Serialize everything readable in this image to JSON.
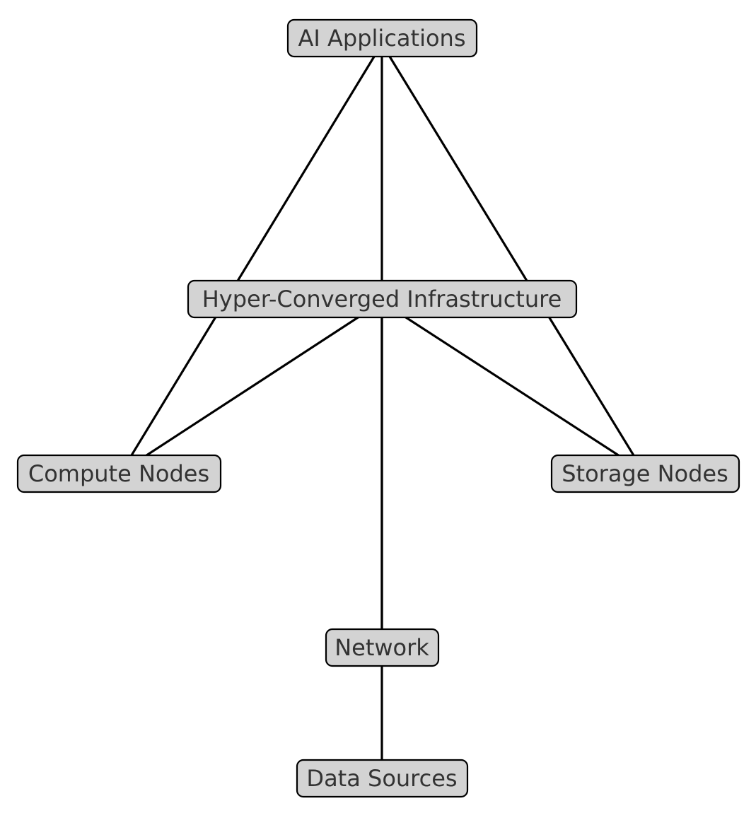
{
  "nodes": {
    "ai_applications": "AI Applications",
    "hci": "Hyper-Converged Infrastructure",
    "compute_nodes": "Compute Nodes",
    "storage_nodes": "Storage Nodes",
    "network": "Network",
    "data_sources": "Data Sources"
  },
  "edges": [
    {
      "from": "hci",
      "to": "ai_applications"
    },
    {
      "from": "compute_nodes",
      "to": "ai_applications"
    },
    {
      "from": "storage_nodes",
      "to": "ai_applications"
    },
    {
      "from": "hci",
      "to": "compute_nodes"
    },
    {
      "from": "hci",
      "to": "storage_nodes"
    },
    {
      "from": "hci",
      "to": "network"
    },
    {
      "from": "data_sources",
      "to": "hci"
    }
  ],
  "colors": {
    "node_fill": "#d3d3d3",
    "node_border": "#000000",
    "label": "#333333",
    "edge": "#000000"
  }
}
